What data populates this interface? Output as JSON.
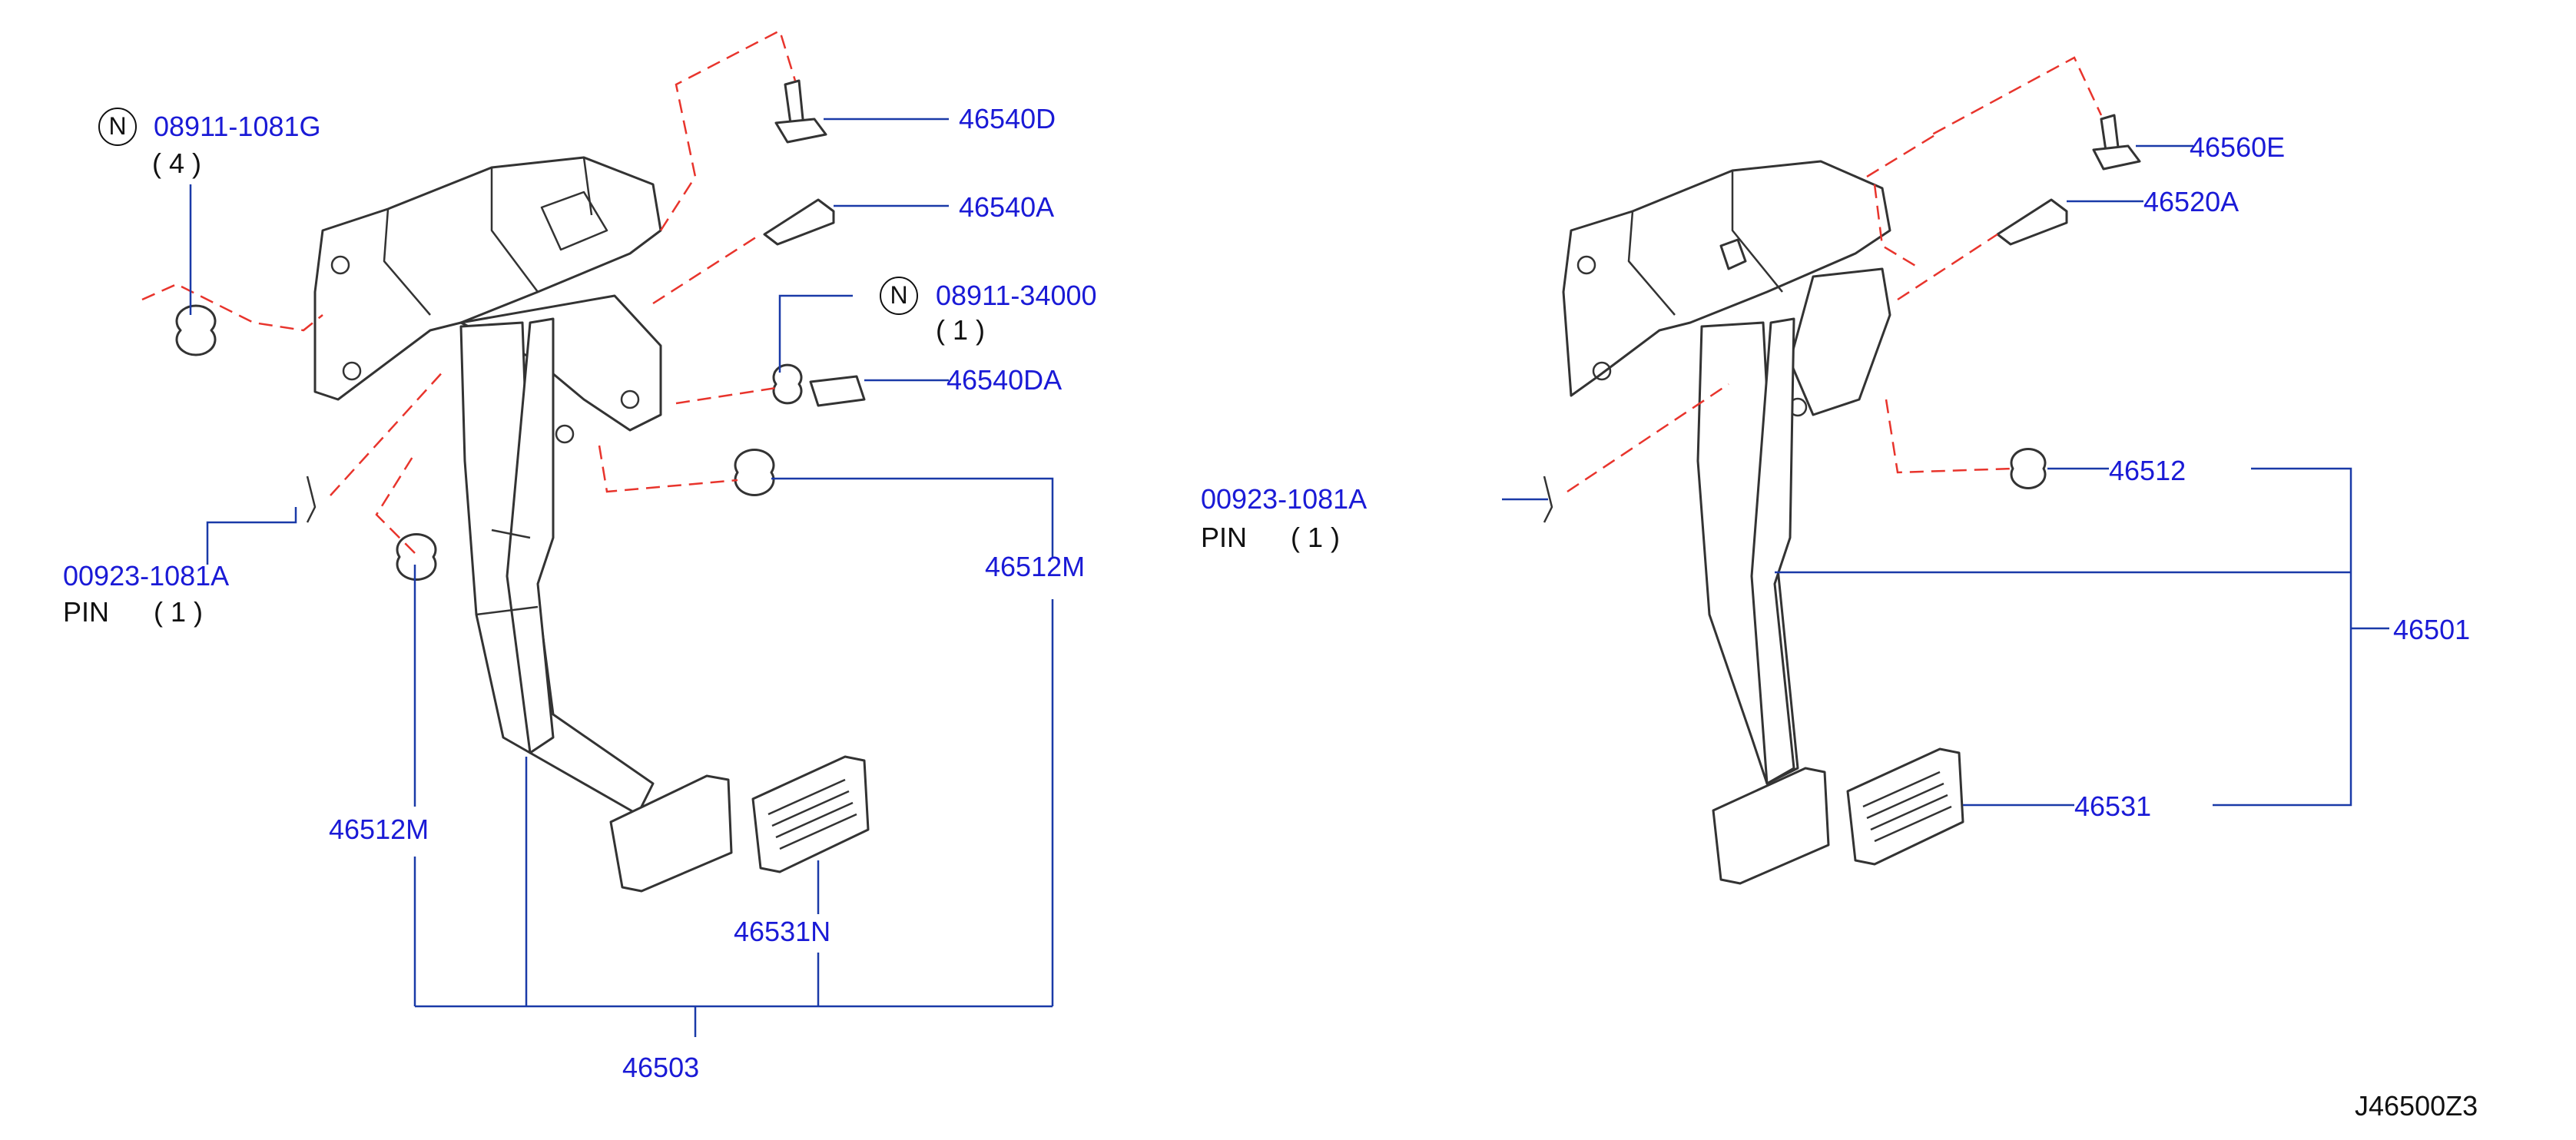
{
  "diagram_id": "J46500Z3",
  "left_assembly": {
    "nut_note": {
      "symbol": "N",
      "part": "08911-1081G",
      "qty": "( 4 )"
    },
    "bolt_top": "46540D",
    "bolt_pivot": "46540A",
    "nut_side_note": {
      "symbol": "N",
      "part": "08911-34000",
      "qty": "( 1 )"
    },
    "bolt_side": "46540DA",
    "pin_note": {
      "part": "00923-1081A",
      "desc": "PIN",
      "qty": "( 1 )"
    },
    "stopper_right": "46512M",
    "stopper_left": "46512M",
    "pad": "46531N",
    "assembly": "46503"
  },
  "right_assembly": {
    "bolt_top": "46560E",
    "bolt_pivot": "46520A",
    "pin_note": {
      "part": "00923-1081A",
      "desc": "PIN",
      "qty": "( 1 )"
    },
    "stopper": "46512",
    "assembly": "46501",
    "pad": "46531"
  },
  "colors": {
    "label": "#1a1ad6",
    "leader": "#1a3aa8",
    "dashed": "#e8342c",
    "outline": "#333333"
  }
}
